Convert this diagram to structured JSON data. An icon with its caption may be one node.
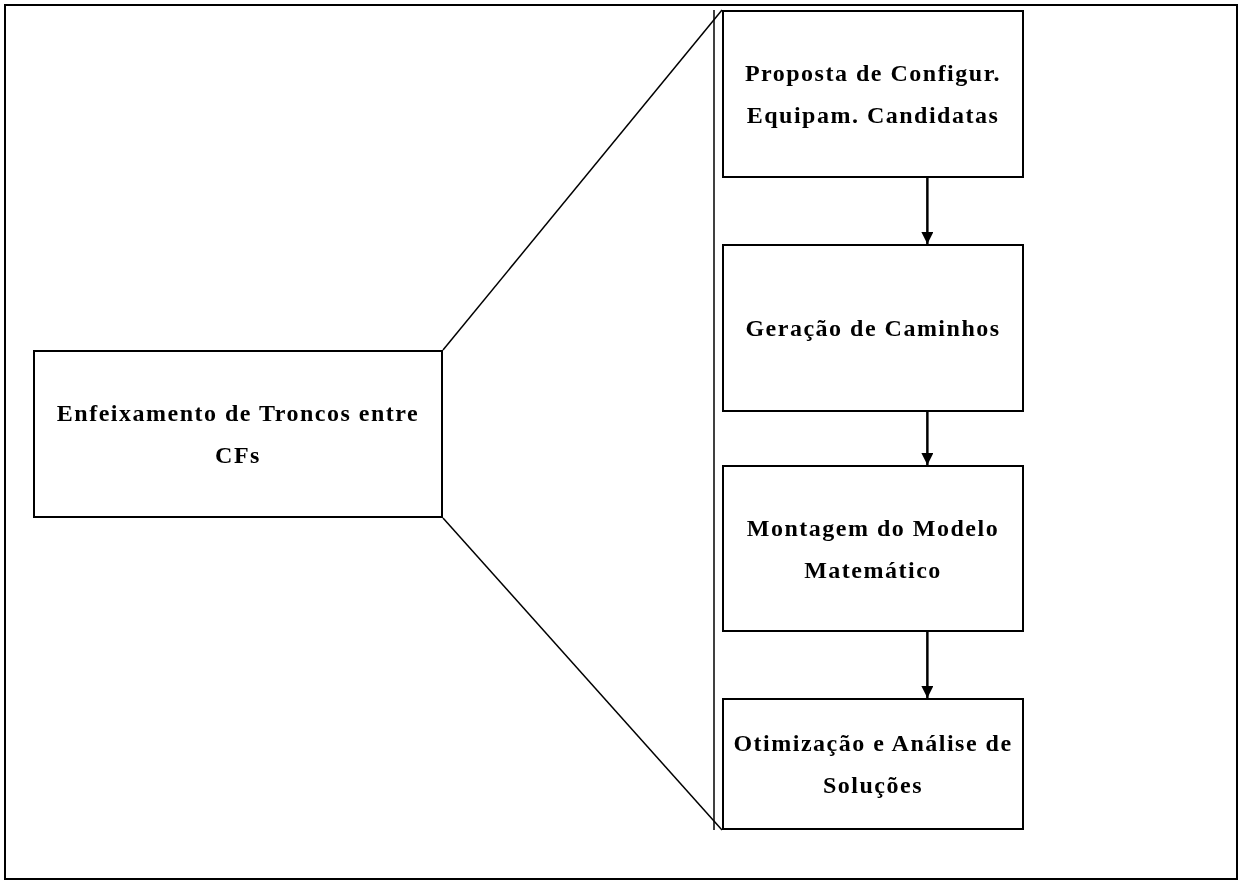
{
  "diagram": {
    "nodes": [
      {
        "text": [
          "Enfeixamento de Troncos entre CFs"
        ]
      },
      {
        "text": [
          "Proposta de Configur. Equipam. Candidatas"
        ]
      },
      {
        "text": [
          "Geração de Caminhos"
        ]
      },
      {
        "text": [
          "Montagem do Modelo Matemático"
        ]
      },
      {
        "text": [
          "Otimização e Análise de Soluções"
        ]
      }
    ],
    "edges": [
      {
        "from": 0,
        "to": 1,
        "arrow": "none"
      },
      {
        "from": 0,
        "to": 4,
        "arrow": "none"
      },
      {
        "from": 1,
        "to": 2,
        "arrow": "to"
      },
      {
        "from": 2,
        "to": 3,
        "arrow": "to"
      },
      {
        "from": 3,
        "to": 4,
        "arrow": "to"
      }
    ]
  }
}
